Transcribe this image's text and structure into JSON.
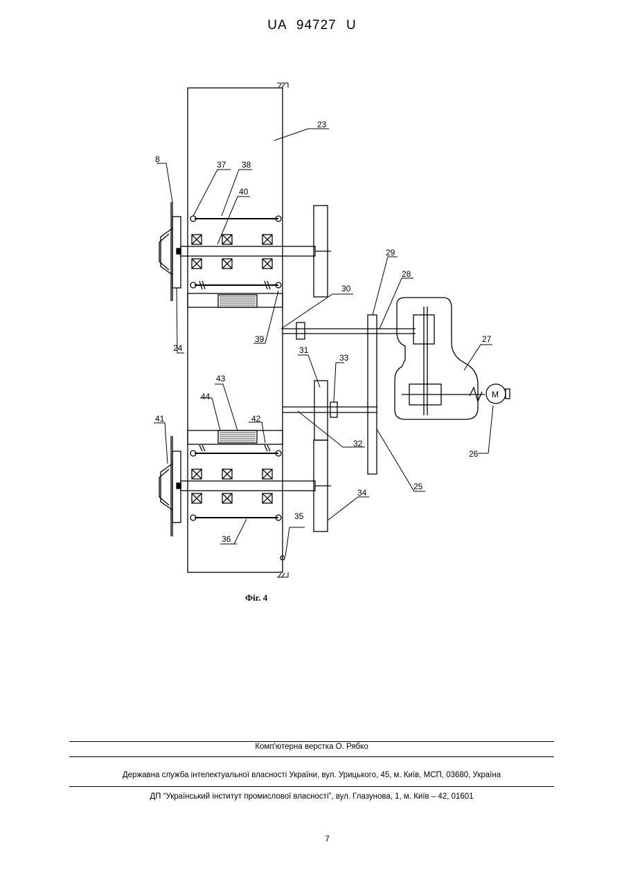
{
  "header": {
    "patent_number": "UA 94727 U"
  },
  "figure": {
    "caption": "Фіг. 4",
    "labels": {
      "l8": "8",
      "l23": "23",
      "l24": "24",
      "l25": "25",
      "l26": "26",
      "l27": "27",
      "l28": "28",
      "l29": "29",
      "l30": "30",
      "l31": "31",
      "l32": "32",
      "l33": "33",
      "l34": "34",
      "l35": "35",
      "l36": "36",
      "l37": "37",
      "l38": "38",
      "l39": "39",
      "l40": "40",
      "l41": "41",
      "l42": "42",
      "l43": "43",
      "l44": "44"
    },
    "motor_letter": "M"
  },
  "footer": {
    "typesetting": "Комп'ютерна верстка О. Рябко",
    "agency": "Державна служба інтелектуальної власності України, вул. Урицького, 45, м. Київ, МСП, 03680, Україна",
    "institute": "ДП “Український інститут промислової власності”, вул. Глазунова, 1, м. Київ – 42, 01601"
  },
  "page_number": "7"
}
